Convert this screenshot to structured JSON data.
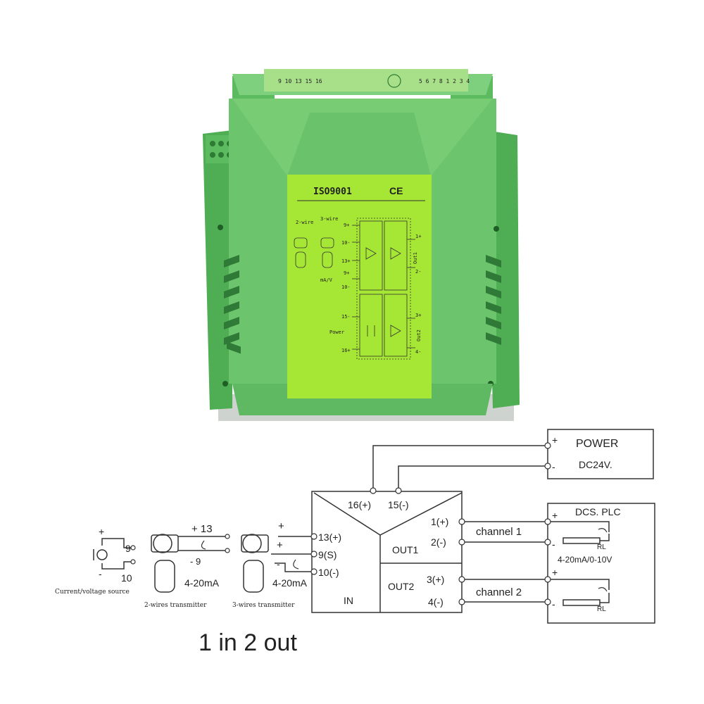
{
  "product": {
    "label_cert": "ISO9001",
    "label_ce": "CE",
    "side_terminals_left": "9 10 13 15 16",
    "side_terminals_right": "5 6 7 8 1 2 3 4",
    "panel": {
      "wire2": "2-wire",
      "wire3": "3-wire",
      "t9p": "9+",
      "t10m": "10-",
      "t13p": "13+",
      "t9p_b": "9+",
      "mav": "mA/V",
      "t10m_b": "10-",
      "t15m": "15-",
      "power": "Power",
      "t16p": "16+",
      "o1p": "1+",
      "out1": "Out1",
      "o2m": "2-",
      "o3p": "3+",
      "out2": "Out2",
      "o4m": "4-"
    }
  },
  "diagram": {
    "power_title": "POWER",
    "power_volt": "DC24V.",
    "power_plus": "+",
    "power_minus": "-",
    "t16": "16(+)",
    "t15": "15(-)",
    "t13": "13(+)",
    "t9s": "9(S)",
    "t10": "10(-)",
    "in_label": "IN",
    "out1_label": "OUT1",
    "out2_label": "OUT2",
    "o1": "1(+)",
    "o2": "2(-)",
    "o3": "3(+)",
    "o4": "4(-)",
    "channel1": "channel 1",
    "channel2": "channel 2",
    "dcs": "DCS. PLC",
    "rl1": "RL",
    "rl2": "RL",
    "range": "4-20mA/0-10V",
    "plus_a": "+",
    "minus_a": "-",
    "plus_b": "+",
    "minus_b": "-",
    "src_plus": "+",
    "src_9": "9",
    "src_minus": "-",
    "src_10": "10",
    "src_caption": "Current/voltage source",
    "tx2_plus13": "+ 13",
    "tx2_minus9": "-  9",
    "tx2_ma": "4-20mA",
    "tx2_caption": "2-wires transmitter",
    "tx3_plus_top": "+",
    "tx3_plus": "+",
    "tx3_minus": "-",
    "tx3_ma": "4-20mA",
    "tx3_caption": "3-wires transmitter",
    "headline": "1 in 2 out"
  },
  "colors": {
    "housing": "#6cc46c",
    "housing_dark": "#3d9a44",
    "label": "#a6e634",
    "line": "#333333"
  }
}
